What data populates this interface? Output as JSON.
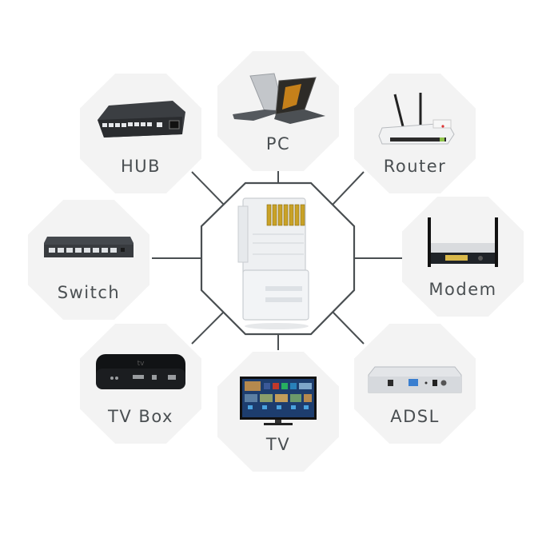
{
  "diagram": {
    "title_hidden": "",
    "center": {
      "name": "RJ45 Connector",
      "icon": "rj45-plug-icon"
    },
    "nodes": [
      {
        "id": "hub",
        "label": "HUB",
        "icon": "hub-device-icon"
      },
      {
        "id": "pc",
        "label": "PC",
        "icon": "laptop-icon"
      },
      {
        "id": "router",
        "label": "Router",
        "icon": "router-icon"
      },
      {
        "id": "switch",
        "label": "Switch",
        "icon": "switch-device-icon"
      },
      {
        "id": "modem",
        "label": "Modem",
        "icon": "modem-icon"
      },
      {
        "id": "tvbox",
        "label": "TV Box",
        "icon": "tv-box-icon"
      },
      {
        "id": "tv",
        "label": "TV",
        "icon": "television-icon"
      },
      {
        "id": "adsl",
        "label": "ADSL",
        "icon": "adsl-modem-icon"
      }
    ],
    "colors": {
      "line": "#4a4f52",
      "octagon_fill": "#f3f3f3",
      "label": "#4a4f52",
      "connector_gold": "#c9a227"
    }
  }
}
